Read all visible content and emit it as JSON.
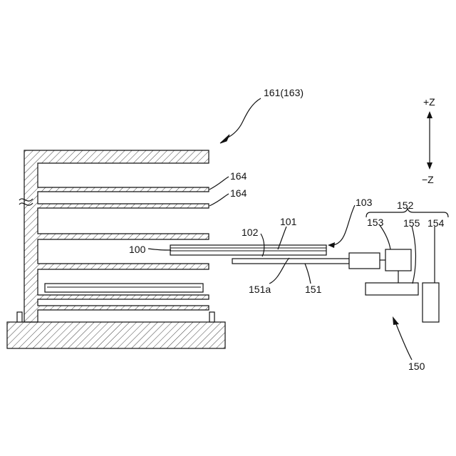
{
  "figure": {
    "labels": {
      "rack": "161(163)",
      "shelf_a": "164",
      "shelf_b": "164",
      "substrate": "100",
      "layer_101": "101",
      "layer_102": "102",
      "arrow_103": "103",
      "unit_150": "150",
      "arm": "151",
      "arm_surface": "151a",
      "group_152": "152",
      "part_153": "153",
      "part_154": "154",
      "part_155": "155",
      "plus_z": "+Z",
      "minus_z": "−Z"
    }
  }
}
